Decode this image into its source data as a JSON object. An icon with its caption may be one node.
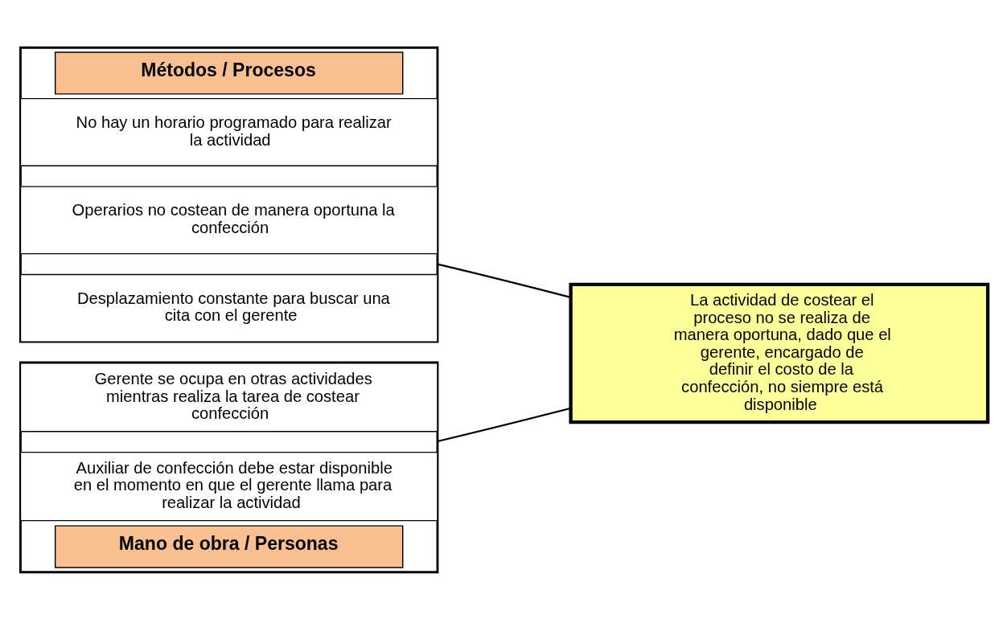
{
  "diagram": {
    "nodes": [
      {
        "text": [
          "Métodos / Procesos"
        ]
      },
      {
        "text": [
          "No hay un horario programado para realizar la actividad"
        ],
        "in": 0
      },
      {
        "text": [
          "Operarios no costean de manera oportuna la confección"
        ],
        "in": 0
      },
      {
        "text": [
          "Desplazamiento constante para buscar una cita con el gerente"
        ],
        "in": 0
      },
      {
        "text": [
          "Mano de obra / Personas"
        ]
      },
      {
        "text": [
          "Gerente se ocupa en otras actividades mientras realiza la tarea de costear confección"
        ],
        "in": 4
      },
      {
        "text": [
          "Auxiliar de confección debe estar disponible en el momento en que el gerente llama para realizar la actividad"
        ],
        "in": 4
      },
      {
        "text": [
          "La actividad de costear el proceso no se realiza de manera oportuna, dado que el gerente, encargado de definir el costo de la confección, no siempre está disponible"
        ]
      }
    ],
    "edges": [
      {
        "from": 0,
        "to": 7,
        "arrow": "none"
      },
      {
        "from": 4,
        "to": 7,
        "arrow": "none"
      }
    ]
  }
}
